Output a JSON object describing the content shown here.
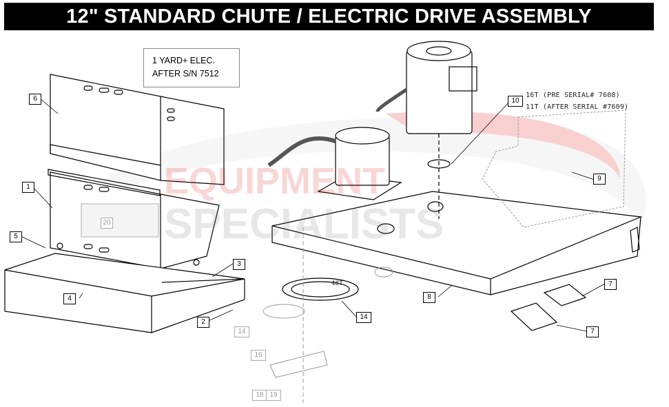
{
  "title": "12\" STANDARD CHUTE / ELECTRIC DRIVE ASSEMBLY",
  "note": {
    "line1": "1 YARD+ ELEC.",
    "line2": "AFTER S/N 7512"
  },
  "teeth_notes": {
    "pre": "16T (PRE SERIAL# 7608)",
    "after": "11T (AFTER SERIAL #7609)"
  },
  "sprocket_label": "48T",
  "watermark": {
    "line1": "EQUIPMENT",
    "line2": "SPECIALISTS",
    "color": "#e02020"
  },
  "callouts": {
    "c1": "1",
    "c2": "2",
    "c3": "3",
    "c4": "4",
    "c5": "5",
    "c6": "6",
    "c7a": "7",
    "c7b": "7",
    "c8": "8",
    "c9": "9",
    "c10": "10",
    "c14a": "14",
    "c14b": "14",
    "c16": "16",
    "c18": "18",
    "c19": "19",
    "c20": "20"
  },
  "colors": {
    "title_bg": "#000000",
    "title_text": "#ffffff",
    "line": "#000000",
    "ghost": "#aaaaaa"
  }
}
